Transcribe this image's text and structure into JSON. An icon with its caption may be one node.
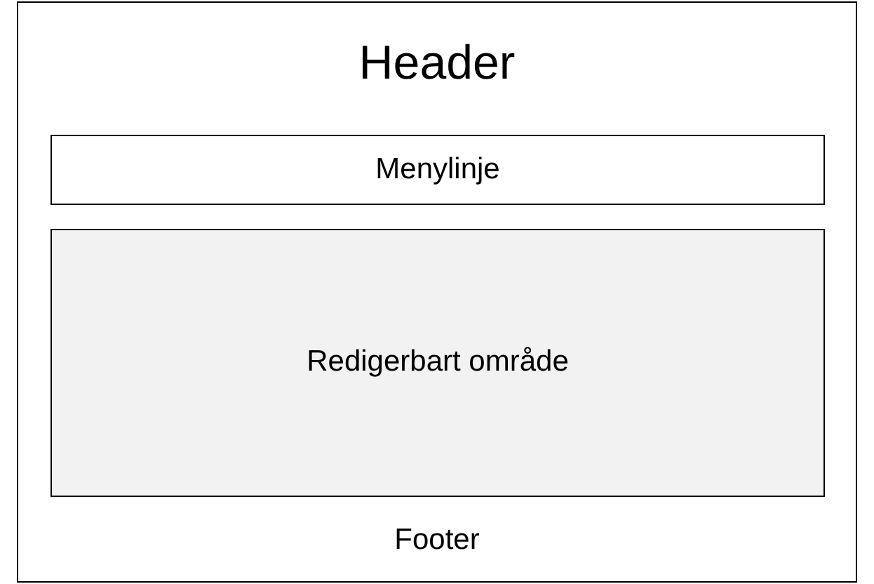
{
  "diagram": {
    "nodes": [
      {
        "text": [
          "Header",
          "Footer"
        ]
      },
      {
        "text": [
          "Menylinje"
        ],
        "in": 0
      },
      {
        "text": [
          "Redigerbart område"
        ],
        "in": 0
      }
    ]
  }
}
